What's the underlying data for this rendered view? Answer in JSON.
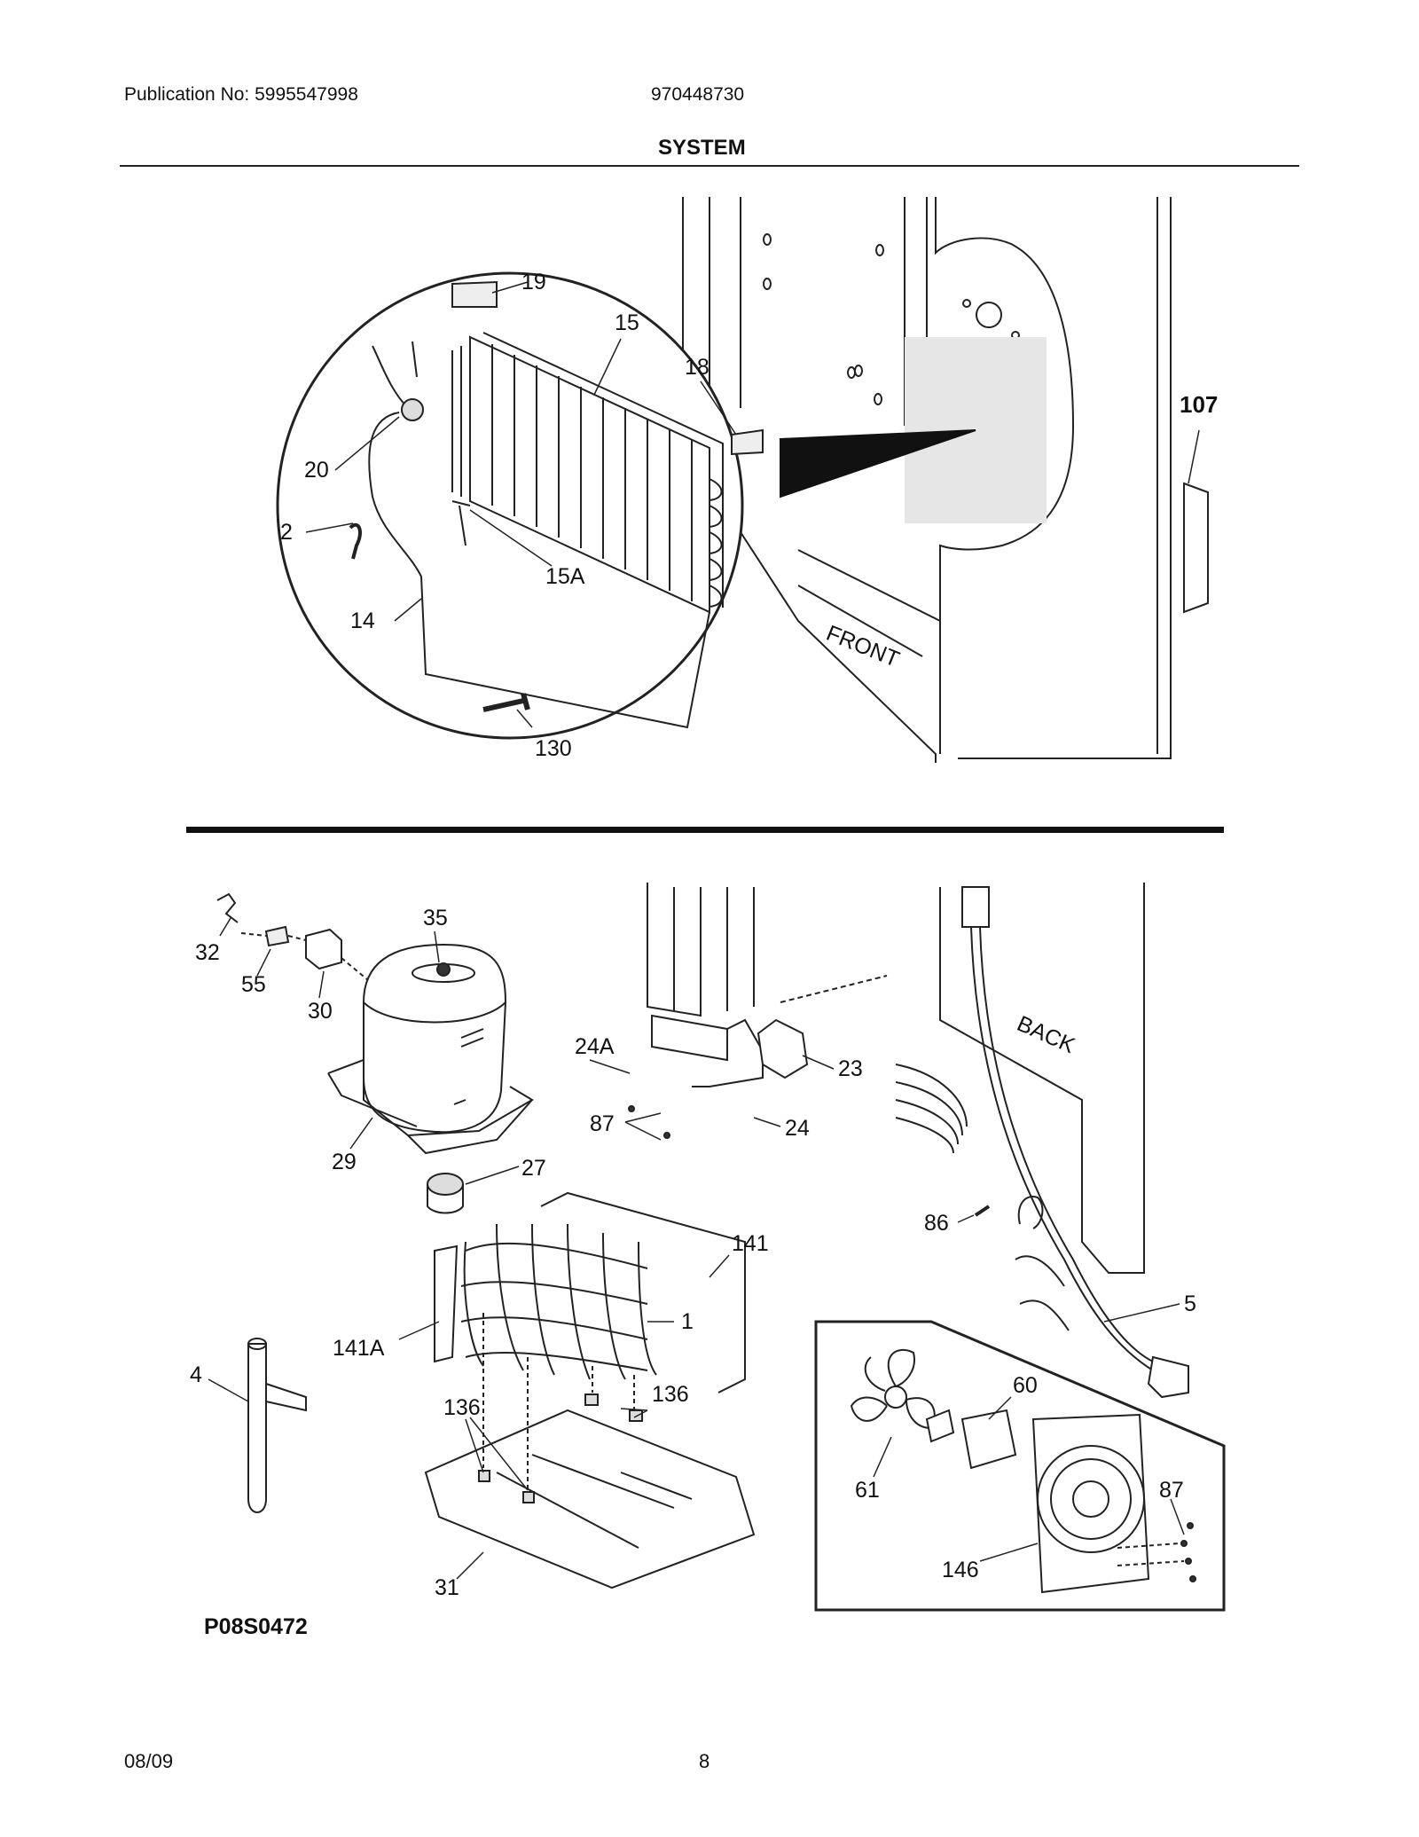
{
  "header": {
    "publication": "Publication No: 5995547998",
    "model": "970448730",
    "section_title": "SYSTEM"
  },
  "diagram": {
    "callouts": [
      "19",
      "15",
      "18",
      "107",
      "20",
      "2",
      "15A",
      "14",
      "130",
      "FRONT",
      "35",
      "32",
      "55",
      "30",
      "24A",
      "23",
      "87",
      "24",
      "29",
      "27",
      "BACK",
      "86",
      "141",
      "1",
      "141A",
      "4",
      "136",
      "136",
      "5",
      "60",
      "61",
      "87",
      "146",
      "31"
    ],
    "figure_code": "P08S0472"
  },
  "footer": {
    "date": "08/09",
    "page": "8"
  }
}
